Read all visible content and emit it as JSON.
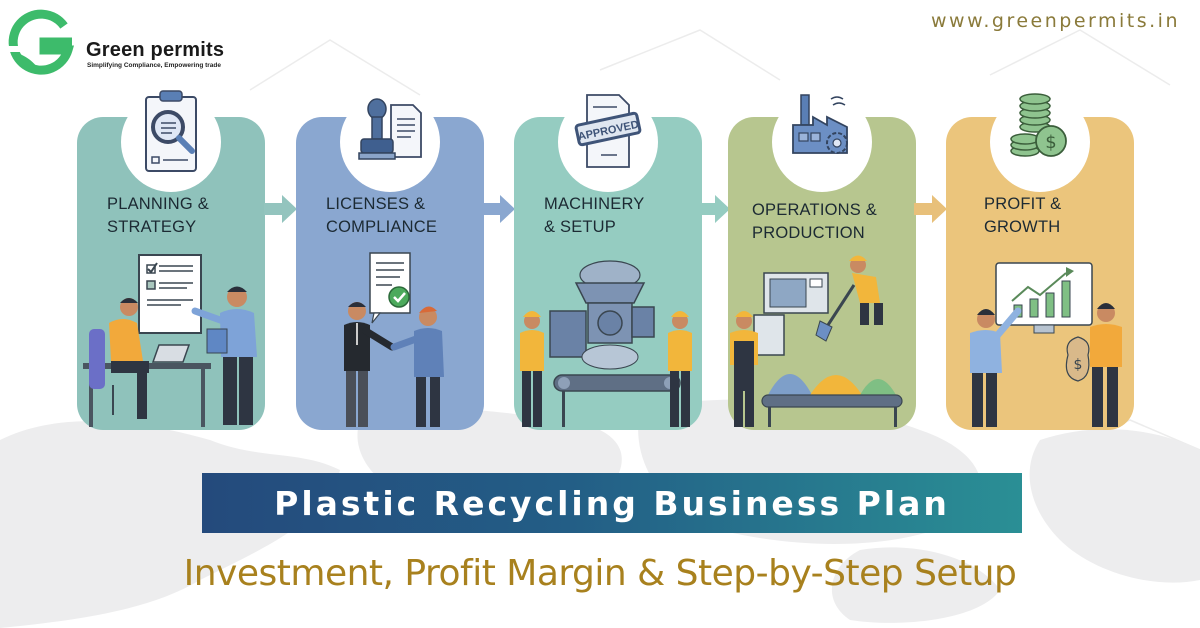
{
  "brand": {
    "name": "Green permits",
    "tagline": "Simplifying Compliance, Empowering trade",
    "logo_icon": "g-leaf-logo-icon",
    "color": "#3dbb6b"
  },
  "website": "www.greenpermits.in",
  "steps": [
    {
      "label_line1": "PLANNING &",
      "label_line2": "STRATEGY",
      "icon": "clipboard-magnifier-icon",
      "scene": "planning-meeting-illustration",
      "color": "#8fc2bb"
    },
    {
      "label_line1": "LICENSES &",
      "label_line2": "COMPLIANCE",
      "icon": "rubber-stamp-document-icon",
      "scene": "handshake-approval-illustration",
      "color": "#8aa7d0"
    },
    {
      "label_line1": "MACHINERY",
      "label_line2": "& SETUP",
      "icon": "approved-document-icon",
      "approved_text": "APPROVED",
      "scene": "shredder-machine-workers-illustration",
      "color": "#95ccc1"
    },
    {
      "label_line1": "OPERATIONS &",
      "label_line2": "PRODUCTION",
      "icon": "factory-gear-icon",
      "scene": "production-conveyor-illustration",
      "color": "#b7c68f"
    },
    {
      "label_line1": "PROFIT &",
      "label_line2": "GROWTH",
      "icon": "coins-dollar-icon",
      "scene": "growth-chart-money-illustration",
      "color": "#ebc57c"
    }
  ],
  "arrows": [
    {
      "icon": "arrow-right-icon",
      "color": "#93c4be"
    },
    {
      "icon": "arrow-right-icon",
      "color": "#8aa7d0"
    },
    {
      "icon": "arrow-right-icon",
      "color": "#95ccc1"
    },
    {
      "icon": "arrow-right-icon",
      "color": "#e8c07a"
    }
  ],
  "banner": {
    "title": "Plastic Recycling Business Plan",
    "gradient_start": "#244a7c",
    "gradient_end": "#2a8f95"
  },
  "subtitle": "Investment, Profit Margin & Step-by-Step Setup"
}
